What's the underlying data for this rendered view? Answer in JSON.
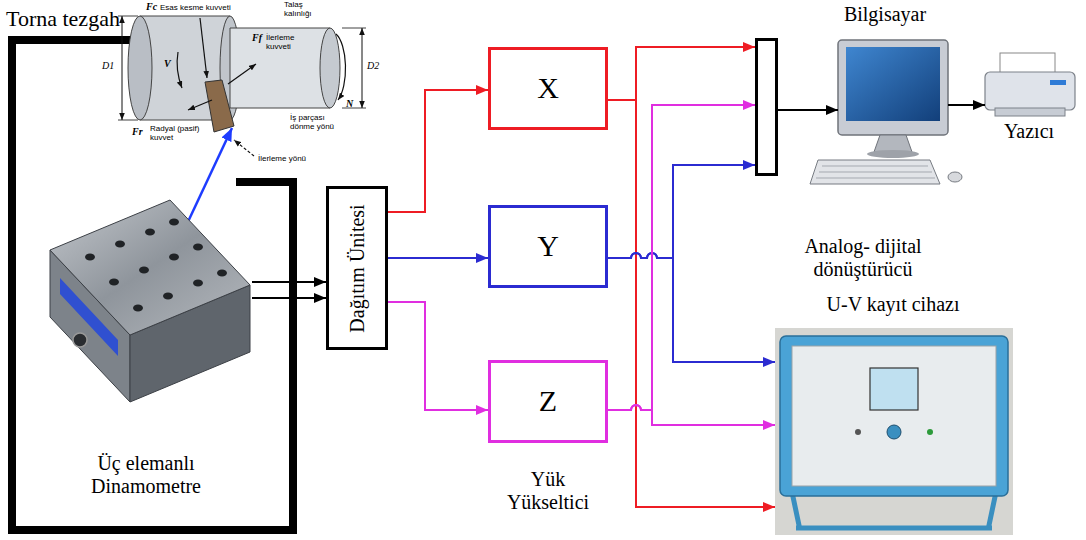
{
  "diagram": {
    "nodes": [
      {
        "text": [
          "Üç elemanlı Dinamometre"
        ]
      },
      {
        "text": [
          "Dağıtım Ünitesi"
        ]
      },
      {
        "text": [
          "X"
        ]
      },
      {
        "text": [
          "Y"
        ]
      },
      {
        "text": [
          "Z"
        ]
      },
      {
        "text": [
          "Analog- dijital dönüştürücü"
        ]
      },
      {
        "text": [
          "Bilgisayar"
        ]
      },
      {
        "text": [
          "Yazıcı"
        ]
      },
      {
        "text": [
          "U-V kayıt cihazı"
        ]
      }
    ],
    "edges": [
      {
        "from": 0,
        "to": 1,
        "arrow": "to"
      },
      {
        "from": 0,
        "to": 1,
        "arrow": "to"
      },
      {
        "from": 1,
        "to": 2,
        "arrow": "to"
      },
      {
        "from": 1,
        "to": 3,
        "arrow": "to"
      },
      {
        "from": 1,
        "to": 4,
        "arrow": "to"
      },
      {
        "from": 2,
        "to": 5,
        "arrow": "to"
      },
      {
        "from": 2,
        "to": 8,
        "arrow": "to"
      },
      {
        "from": 3,
        "to": 5,
        "arrow": "to"
      },
      {
        "from": 3,
        "to": 8,
        "arrow": "to"
      },
      {
        "from": 4,
        "to": 5,
        "arrow": "to"
      },
      {
        "from": 4,
        "to": 8,
        "arrow": "to"
      },
      {
        "from": 5,
        "to": 6,
        "arrow": "to"
      },
      {
        "from": 6,
        "to": 7,
        "arrow": "to"
      }
    ],
    "labels": [
      "Torna tezgah",
      "Fc",
      "Esas kesme kuvveti",
      "Talaş kalınlığı",
      "Ff",
      "İlerleme kuvveti",
      "D1",
      "D2",
      "V",
      "Fr",
      "Radyal (pasif) kuvvet",
      "İş parçası dönme yönü",
      "N",
      "İlerleme yönü",
      "Yük Yükseltici"
    ]
  }
}
